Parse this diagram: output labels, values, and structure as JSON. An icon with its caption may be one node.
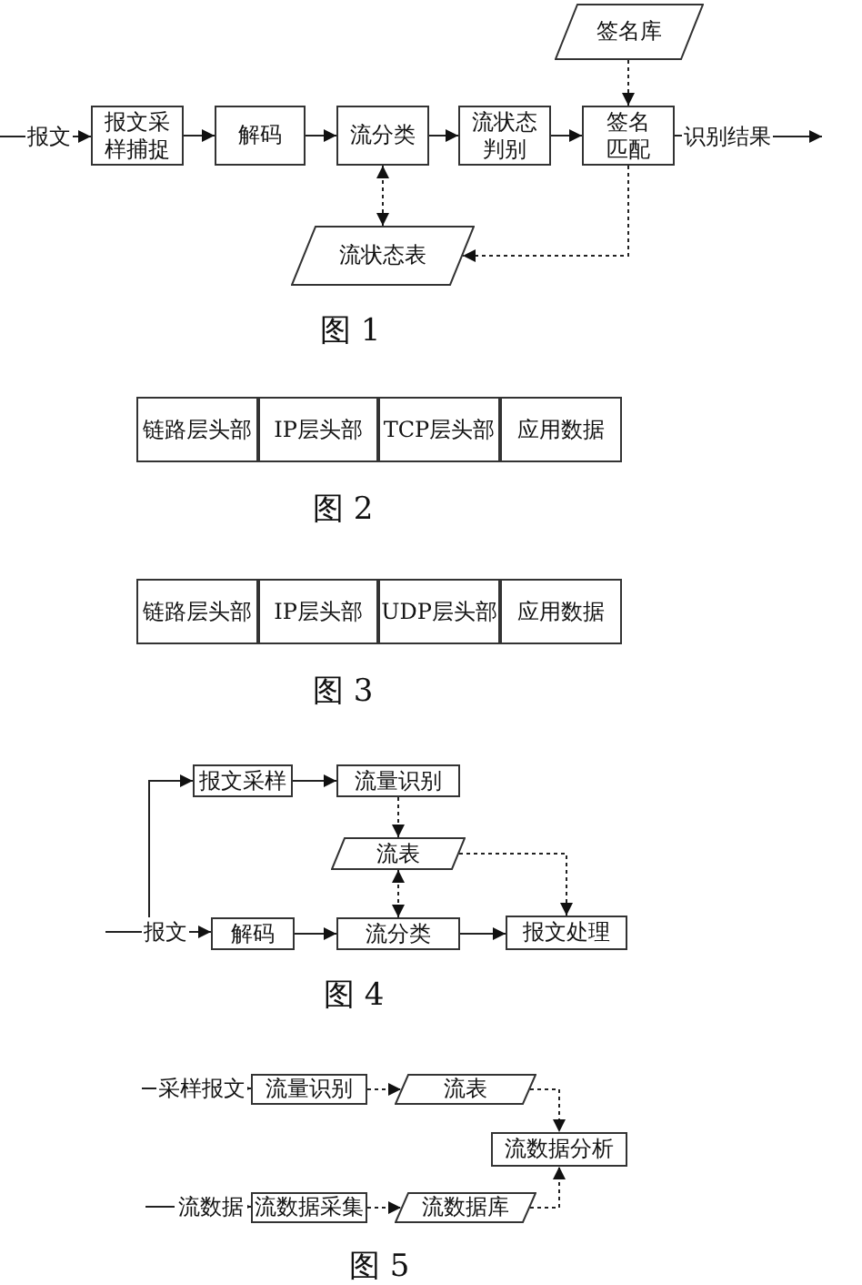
{
  "diagram": {
    "nodes": [
      {
        "text": [
          "报文"
        ]
      },
      {
        "text": [
          "报文采样捕捉"
        ]
      },
      {
        "text": [
          "解码"
        ]
      },
      {
        "text": [
          "流分类"
        ]
      },
      {
        "text": [
          "流状态判别"
        ]
      },
      {
        "text": [
          "签名匹配"
        ]
      },
      {
        "text": [
          "识别结果"
        ]
      },
      {
        "text": [
          "签名库"
        ]
      },
      {
        "text": [
          "流状态表"
        ]
      },
      {
        "text": [
          "报文"
        ]
      },
      {
        "text": [
          "报文采样"
        ]
      },
      {
        "text": [
          "流量识别"
        ]
      },
      {
        "text": [
          "流表"
        ]
      },
      {
        "text": [
          "解码"
        ]
      },
      {
        "text": [
          "流分类"
        ]
      },
      {
        "text": [
          "报文处理"
        ]
      },
      {
        "text": [
          "采样报文"
        ]
      },
      {
        "text": [
          "流量识别"
        ]
      },
      {
        "text": [
          "流表"
        ]
      },
      {
        "text": [
          "流数据分析"
        ]
      },
      {
        "text": [
          "流数据"
        ]
      },
      {
        "text": [
          "流数据采集"
        ]
      },
      {
        "text": [
          "流数据库"
        ]
      }
    ],
    "edges": [
      {
        "from": null,
        "to": 0,
        "arrow": "none"
      },
      {
        "from": 0,
        "to": 1,
        "arrow": "to"
      },
      {
        "from": 1,
        "to": 2,
        "arrow": "to"
      },
      {
        "from": 2,
        "to": 3,
        "arrow": "to"
      },
      {
        "from": 3,
        "to": 4,
        "arrow": "to"
      },
      {
        "from": 4,
        "to": 5,
        "arrow": "to"
      },
      {
        "from": 5,
        "to": 6,
        "arrow": "none"
      },
      {
        "from": 6,
        "to": null,
        "arrow": "to"
      },
      {
        "from": 7,
        "to": 5,
        "arrow": "to",
        "style": "dashed"
      },
      {
        "from": 3,
        "to": 8,
        "arrow": "both",
        "style": "dashed"
      },
      {
        "from": 5,
        "to": 8,
        "arrow": "to",
        "style": "dashed"
      },
      {
        "from": null,
        "to": 9,
        "arrow": "none"
      },
      {
        "from": 9,
        "to": 13,
        "arrow": "to"
      },
      {
        "from": 9,
        "to": 10,
        "arrow": "to"
      },
      {
        "from": 10,
        "to": 11,
        "arrow": "to"
      },
      {
        "from": 11,
        "to": 12,
        "arrow": "to",
        "style": "dashed"
      },
      {
        "from": 12,
        "to": 14,
        "arrow": "both",
        "style": "dashed"
      },
      {
        "from": 12,
        "to": 15,
        "arrow": "to",
        "style": "dashed"
      },
      {
        "from": 13,
        "to": 14,
        "arrow": "to"
      },
      {
        "from": 14,
        "to": 15,
        "arrow": "to"
      },
      {
        "from": null,
        "to": 16,
        "arrow": "none"
      },
      {
        "from": 16,
        "to": 17,
        "arrow": "to"
      },
      {
        "from": 17,
        "to": 18,
        "arrow": "to",
        "style": "dashed"
      },
      {
        "from": 18,
        "to": 19,
        "arrow": "to",
        "style": "dashed"
      },
      {
        "from": null,
        "to": 20,
        "arrow": "none"
      },
      {
        "from": 20,
        "to": 21,
        "arrow": "to"
      },
      {
        "from": 21,
        "to": 22,
        "arrow": "to",
        "style": "dashed"
      },
      {
        "from": 22,
        "to": 19,
        "arrow": "to",
        "style": "dashed"
      }
    ],
    "labels": [
      "图 1",
      "链路层头部",
      "IP层头部",
      "TCP层头部",
      "应用数据",
      "图 2",
      "链路层头部",
      "IP层头部",
      "UDP层头部",
      "应用数据",
      "图 3",
      "图 4",
      "图 5"
    ]
  }
}
